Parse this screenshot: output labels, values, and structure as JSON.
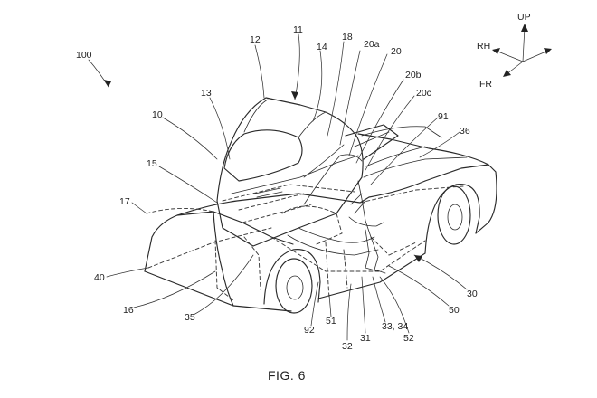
{
  "figure": {
    "caption": "FIG. 6",
    "main_ref": "100"
  },
  "direction": {
    "up": "UP",
    "rh": "RH",
    "fr": "FR"
  },
  "refs": {
    "r10": "10",
    "r11": "11",
    "r12": "12",
    "r13": "13",
    "r14": "14",
    "r15": "15",
    "r16": "16",
    "r17": "17",
    "r18": "18",
    "r20": "20",
    "r20a": "20a",
    "r20b": "20b",
    "r20c": "20c",
    "r30": "30",
    "r31": "31",
    "r32": "32",
    "r33_34": "33, 34",
    "r35": "35",
    "r36": "36",
    "r40": "40",
    "r50": "50",
    "r51": "51",
    "r52": "52",
    "r91": "91",
    "r92": "92"
  }
}
